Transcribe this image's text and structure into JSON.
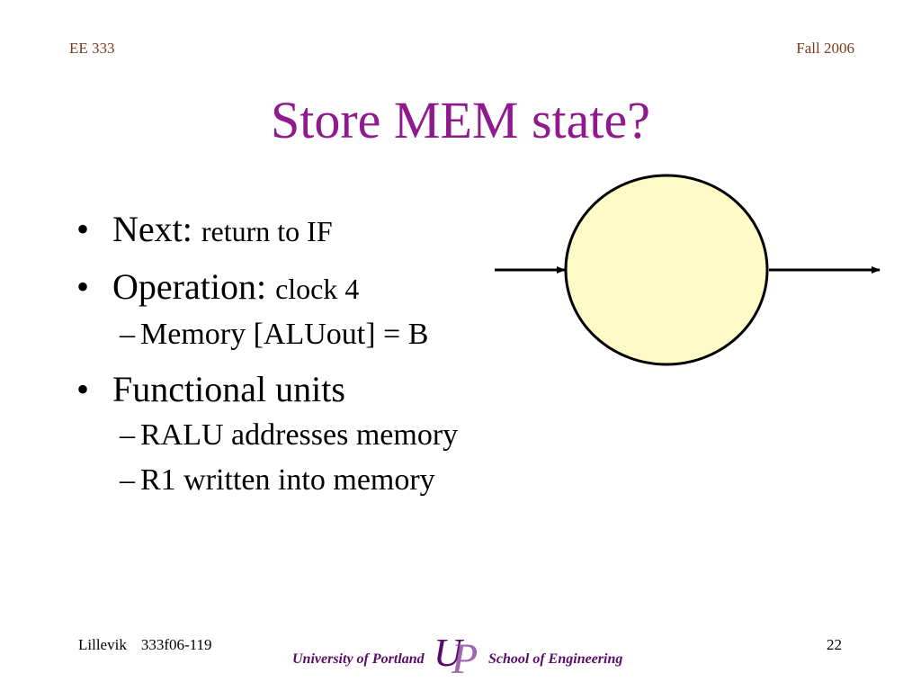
{
  "header": {
    "course": "EE 333",
    "term": "Fall 2006"
  },
  "slide": {
    "title": "Store MEM state?",
    "bullets": [
      {
        "label": "Next:",
        "detail": "return to IF"
      },
      {
        "label": "Operation:",
        "detail": "clock 4"
      },
      {
        "sub": "Memory [ALUout] = B"
      },
      {
        "label": "Functional units"
      },
      {
        "sub": "RALU addresses memory"
      },
      {
        "sub": "R1 written into memory"
      }
    ]
  },
  "footer": {
    "author": "Lillevik",
    "doc_id": "333f06-119",
    "page": "22",
    "university": "University of Portland",
    "school": "School of Engineering",
    "logo_text": "UP"
  },
  "colors": {
    "title": "#8e1a8e",
    "header": "#7a3b1c",
    "state_fill": "#fffbc8",
    "logo": "#5a0a6b"
  },
  "icons": {
    "state_circle": "state-circle-icon",
    "logo": "up-logo-icon"
  }
}
